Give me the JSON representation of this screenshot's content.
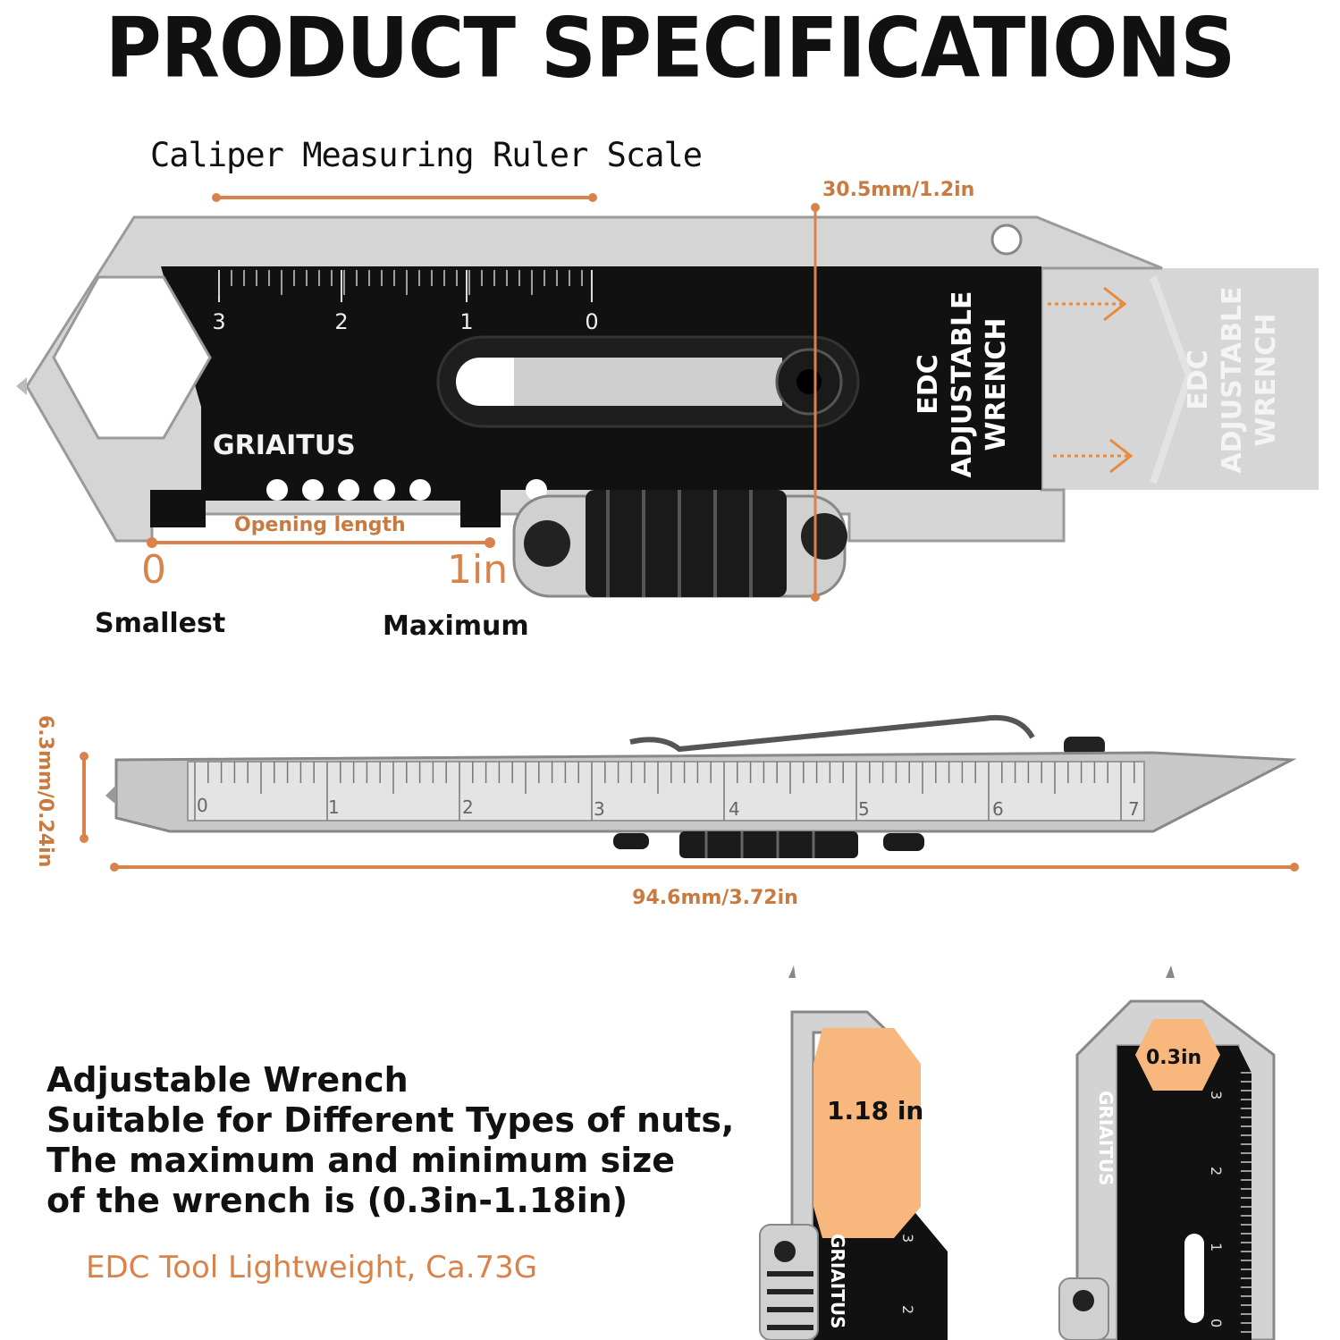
{
  "title": "PRODUCT SPECIFICATIONS",
  "top_view": {
    "caliper_label": "Caliper Measuring Ruler Scale",
    "width_dimension": "30.5mm/1.2in",
    "ruler_ticks": [
      "3",
      "2",
      "1",
      "0"
    ],
    "brand": "GRIAITUS",
    "wrench_label_lines": [
      "EDC",
      "ADJUSTABLE",
      "WRENCH"
    ],
    "opening_length_label": "Opening length",
    "min_value": "0",
    "max_value": "1in",
    "min_caption": "Smallest",
    "max_caption": "Maximum"
  },
  "side_view": {
    "thickness_dimension": "6.3mm/0.24in",
    "length_dimension": "94.6mm/3.72in",
    "ruler_ticks": [
      "0",
      "1",
      "2",
      "3",
      "4",
      "5",
      "6",
      "7"
    ]
  },
  "description": {
    "lines": [
      "Adjustable Wrench",
      "Suitable for Different Types of nuts,",
      "The maximum and minimum size",
      "of the wrench is (0.3in-1.18in)"
    ],
    "weight_note": "EDC Tool Lightweight, Ca.73G"
  },
  "size_examples": {
    "max_label": "1.18 in",
    "min_label": "0.3in",
    "brand": "GRIAITUS",
    "ruler_ticks_left": [
      "3",
      "2"
    ],
    "ruler_ticks_right": [
      "3",
      "2",
      "1",
      "0"
    ]
  },
  "colors": {
    "accent": "#d9834a",
    "nut_fill": "#f7b77d",
    "steel": "#c9c9c9",
    "black_plate": "#111111"
  }
}
